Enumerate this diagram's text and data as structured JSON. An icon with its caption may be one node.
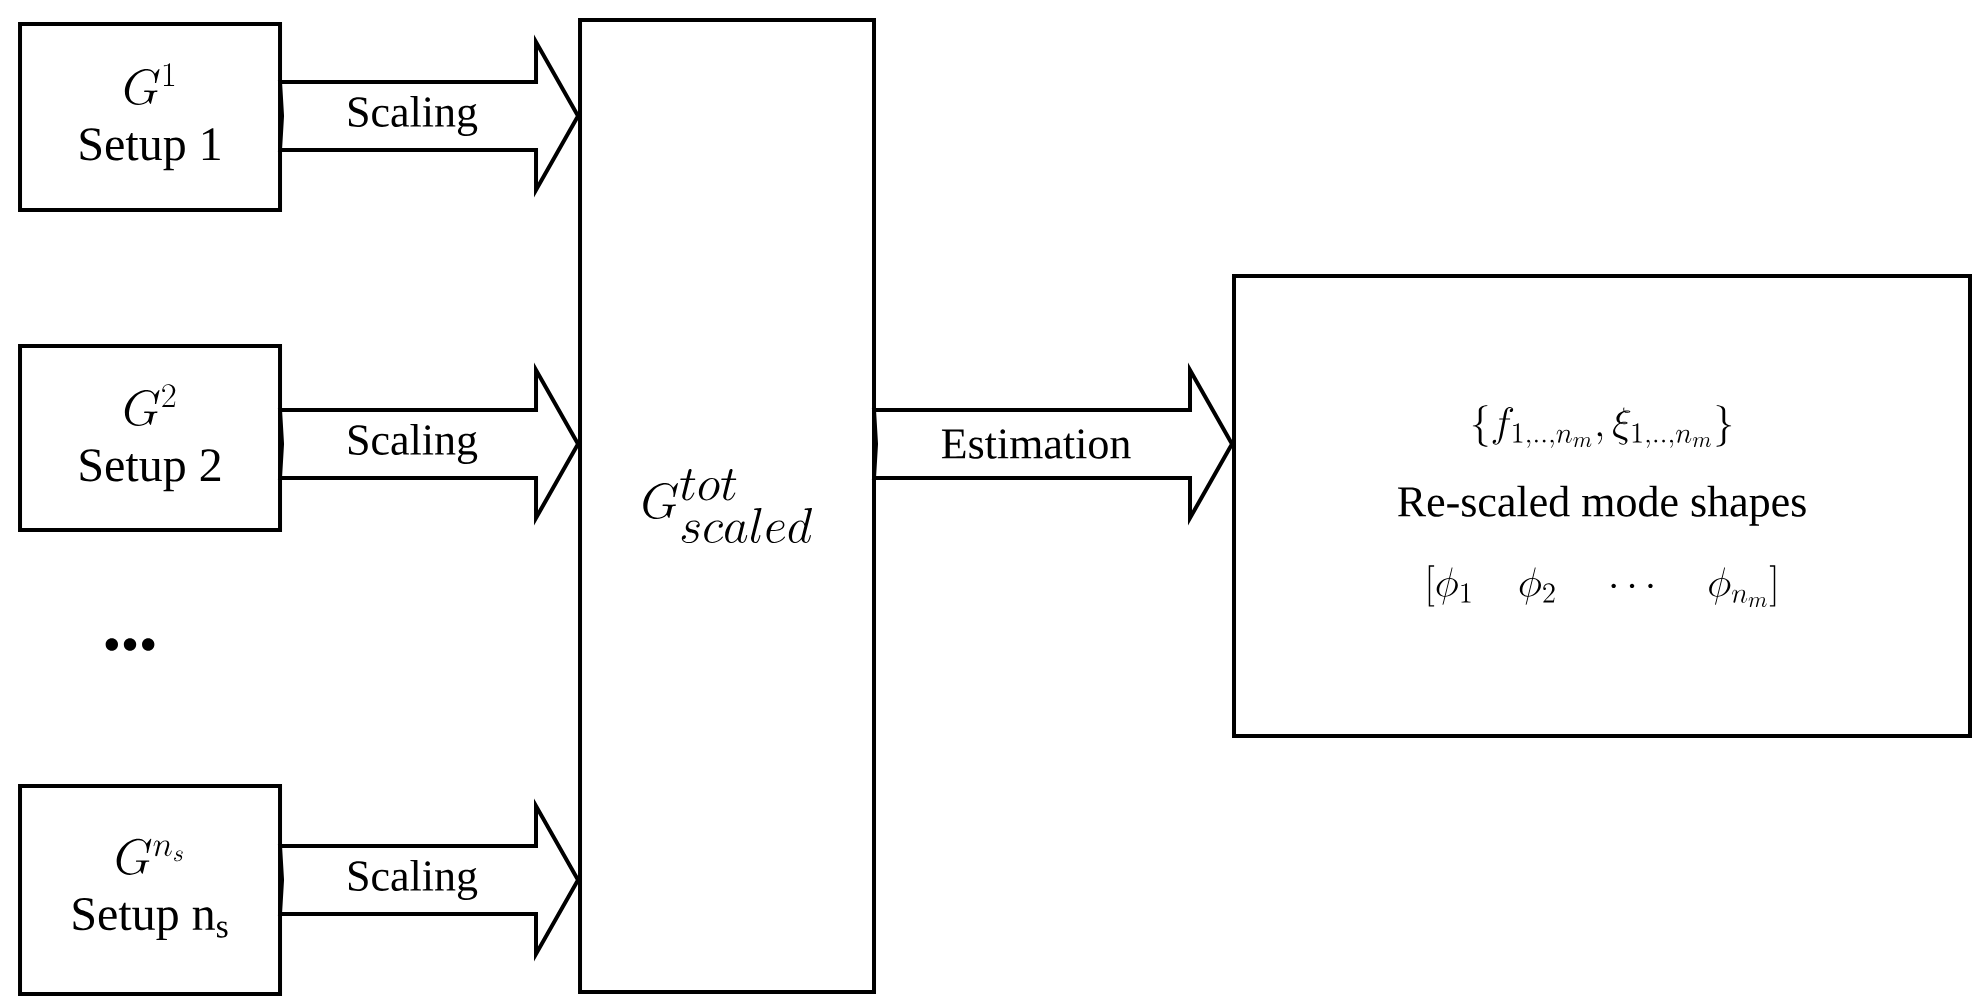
{
  "diagram": {
    "nodes": [
      {
        "text": [
          "G^{1}",
          "Setup 1"
        ]
      },
      {
        "text": [
          "G^{2}",
          "Setup 2"
        ]
      },
      {
        "text": [
          "G^{n_s}",
          "Setup n$_{s}$"
        ]
      },
      {
        "text": [
          "G^{tot}_{scaled}"
        ]
      },
      {
        "text": [
          "\\left\\{f_{1,..,n_m},\\xi_{1,..,n_m}\\right\\}",
          "Re-scaled mode shapes",
          "\\left[\\phi_1 \\quad \\phi_2 \\quad \\cdots \\quad \\phi_{n_m}\\right]"
        ]
      }
    ],
    "edges": [
      {
        "from": 0,
        "to": 3,
        "arrow": "to",
        "label": "Scaling"
      },
      {
        "from": 1,
        "to": 3,
        "arrow": "to",
        "label": "Scaling"
      },
      {
        "from": 2,
        "to": 3,
        "arrow": "to",
        "label": "Scaling"
      },
      {
        "from": 3,
        "to": 4,
        "arrow": "to",
        "label": "Estimation"
      }
    ],
    "labels": [
      "•••"
    ]
  }
}
